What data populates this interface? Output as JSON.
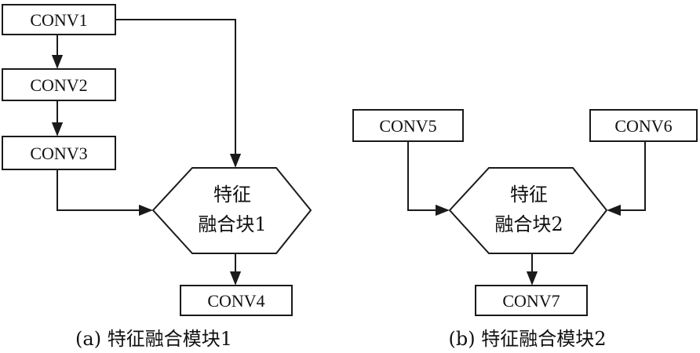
{
  "diagram_a": {
    "nodes": {
      "conv1": "CONV1",
      "conv2": "CONV2",
      "conv3": "CONV3",
      "conv4": "CONV4",
      "fusion_line1": "特征",
      "fusion_line2": "融合块1"
    },
    "caption": "(a) 特征融合模块1"
  },
  "diagram_b": {
    "nodes": {
      "conv5": "CONV5",
      "conv6": "CONV6",
      "conv7": "CONV7",
      "fusion_line1": "特征",
      "fusion_line2": "融合块2"
    },
    "caption": "(b) 特征融合模块2"
  }
}
